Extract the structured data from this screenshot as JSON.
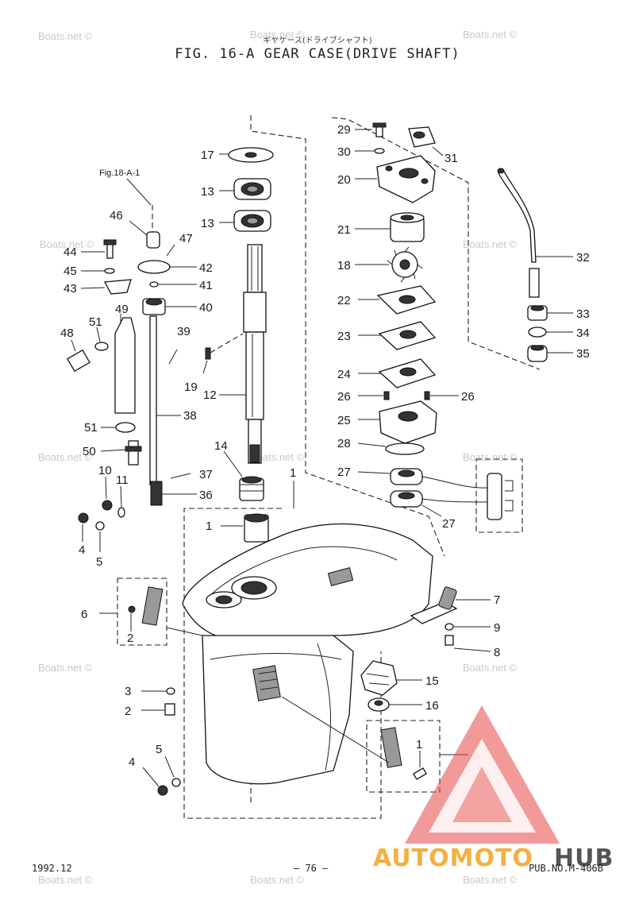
{
  "header": {
    "subtitle": "ギヤケース(ドライブシャフト)",
    "title": "FIG. 16-A GEAR CASE(DRIVE SHAFT)"
  },
  "reference": "Fig.18-A-1",
  "watermark": "Boats.net ©",
  "brand": {
    "part1": "AUTOMOTO",
    "part2": "HUB",
    "color1": "#f4b040",
    "color2": "#555555",
    "accent": "#e84545"
  },
  "footer": {
    "date": "1992.12",
    "page": "– 76 –",
    "pub": "PUB.NO.M-406B"
  },
  "callouts": {
    "c1": "1",
    "c2": "2",
    "c3": "3",
    "c4": "4",
    "c5": "5",
    "c6": "6",
    "c7": "7",
    "c8": "8",
    "c9": "9",
    "c10": "10",
    "c11": "11",
    "c12": "12",
    "c13": "13",
    "c14": "14",
    "c15": "15",
    "c16": "16",
    "c17": "17",
    "c18": "18",
    "c19": "19",
    "c20": "20",
    "c21": "21",
    "c22": "22",
    "c23": "23",
    "c24": "24",
    "c25": "25",
    "c26": "26",
    "c27": "27",
    "c28": "28",
    "c29": "29",
    "c30": "30",
    "c31": "31",
    "c32": "32",
    "c33": "33",
    "c34": "34",
    "c35": "35",
    "c36": "36",
    "c37": "37",
    "c38": "38",
    "c39": "39",
    "c40": "40",
    "c41": "41",
    "c42": "42",
    "c43": "43",
    "c44": "44",
    "c45": "45",
    "c46": "46",
    "c47": "47",
    "c48": "48",
    "c49": "49",
    "c50": "50",
    "c51": "51"
  }
}
